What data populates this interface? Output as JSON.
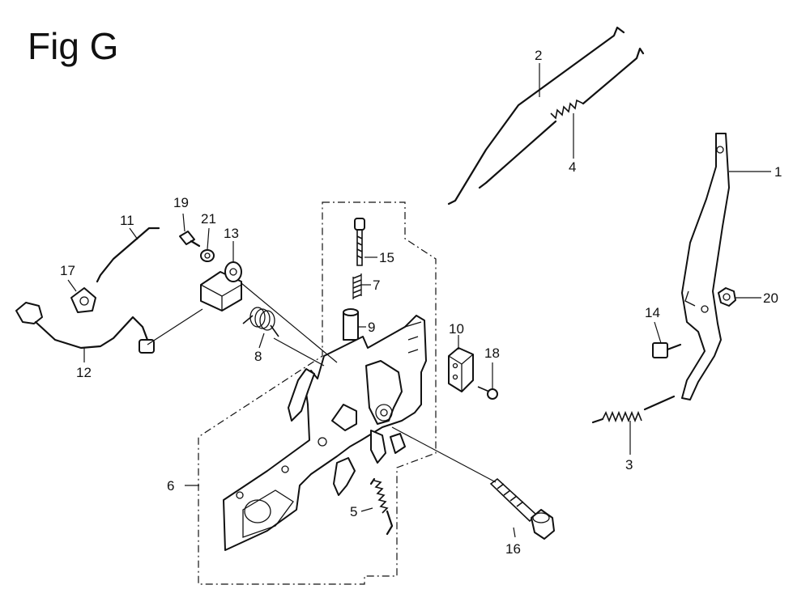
{
  "figure": {
    "title": "Fig G"
  },
  "callouts": [
    "1",
    "2",
    "3",
    "4",
    "5",
    "6",
    "7",
    "8",
    "9",
    "10",
    "11",
    "12",
    "13",
    "14",
    "15",
    "16",
    "17",
    "18",
    "19",
    "20",
    "21"
  ]
}
